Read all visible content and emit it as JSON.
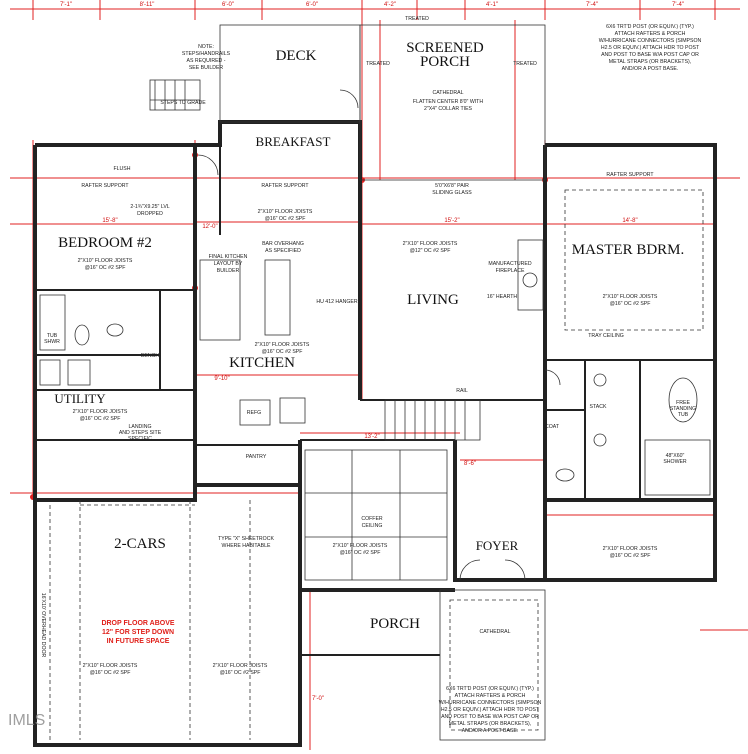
{
  "rooms": {
    "deck": "DECK",
    "screened_porch": "SCREENED\nPORCH",
    "breakfast": "BREAKFAST",
    "bedroom2": "BEDROOM #2",
    "master": "MASTER BDRM.",
    "living": "LIVING",
    "kitchen": "KITCHEN",
    "utility": "UTILITY",
    "garage": "2-CARS",
    "porch": "PORCH",
    "foyer": "FOYER",
    "pantry": "PANTRY",
    "refg": "REFG"
  },
  "notes": {
    "joists1": "2\"X10\" FLOOR JOISTS\n@16\" OC #2 SPF",
    "joists12": "2\"X10\" FLOOR JOISTS\n@12\" OC #2 SPF",
    "rafter": "RAFTER SUPPORT",
    "cathedral": "CATHEDRAL",
    "stairs": "STEPS TO GRADE",
    "stepnote": "NOTE:\nSTEPS/HANDRAILS\nAS REQUIRED -\nSEE BUILDER",
    "treated": "TREATED",
    "flush": "FLUSH",
    "dropped_lvl": "2-1¾\"X9.25\" LVL\nDROPPED",
    "kitchen_layout": "FINAL KITCHEN\nLAYOUT BY\nBUILDER",
    "bar": "BAR OVERHANG\nAS SPECIFIED",
    "hanger": "HU 412\nHANGER",
    "mfg_fireplace": "MANUFACTURED\nFIREPLACE",
    "hearth": "16\" HEARTH",
    "tray": "TRAY CEILING",
    "tub": "TUB\nSHWR",
    "bench": "BENCH",
    "landing": "LANDING\nAND STEPS SITE\nSPECIFIC",
    "sheetrock": "TYPE \"X\" SHEETROCK\nWHERE HABITABLE",
    "drop_floor": "DROP FLOOR ABOVE\n12\" FOR STEP DOWN\nIN FUTURE SPACE",
    "overhead": "16'X10' OVERHEAD DOOR",
    "coffer": "COFFER\nCEILING",
    "post_note_top": "6X6 TRT'D POST (OR EQUIV.) (TYP.)\nATTACH RAFTERS & PORCH\nW/HURRICANE CONNECTORS (SIMPSON\nH2.5 OR EQUIV.) ATTACH HDR TO POST\nAND POST TO BASE W/A POST CAP OR\nMETAL STRAPS (OR BRACKETS),\nAND/OR A POST BASE.",
    "post_note_bottom": "6X6 TRT'D POST (OR EQUIV.) (TYP.)\nATTACH RAFTERS & PORCH\nW/HURRICANE CONNECTORS (SIMPSON\nH2.5 OR EQUIV.) ATTACH HDR TO POST\nAND POST TO BASE W/A POST CAP OR\nMETAL STRAPS (OR BRACKETS),\nAND/OR A POST BASE.",
    "sliding_glass": "5'0\"X6'8\" PAIR\nSLIDING GLASS",
    "flatten": "FLATTEN CENTER 8'0\" WITH\n2\"X4\" COLLAR TIES",
    "shower": "48\"X60\"\nSHOWER",
    "tub_free": "FREE\nSTANDING\nTUB",
    "stack": "STACK",
    "coat": "COAT",
    "rail": "RAIL",
    "watermark": "IMLS"
  },
  "dims": {
    "top": [
      "7'-1\"",
      "8'-11\"",
      "6'-0\"",
      "6'-0\"",
      "4'-2\"",
      "4'-1\"",
      "7'-4\"",
      "7'-4\""
    ],
    "d1": "15'-8\"",
    "d2": "12'-0\"",
    "d3": "15'-2\"",
    "d4": "14'-8\"",
    "d5": "13'-2\"",
    "d6": "8'-6\"",
    "d7": "9'-10\"",
    "d8": "7'-0\""
  },
  "colors": {
    "wall": "#222222",
    "dimension": "#d01010",
    "note_red": "#e0201a"
  }
}
